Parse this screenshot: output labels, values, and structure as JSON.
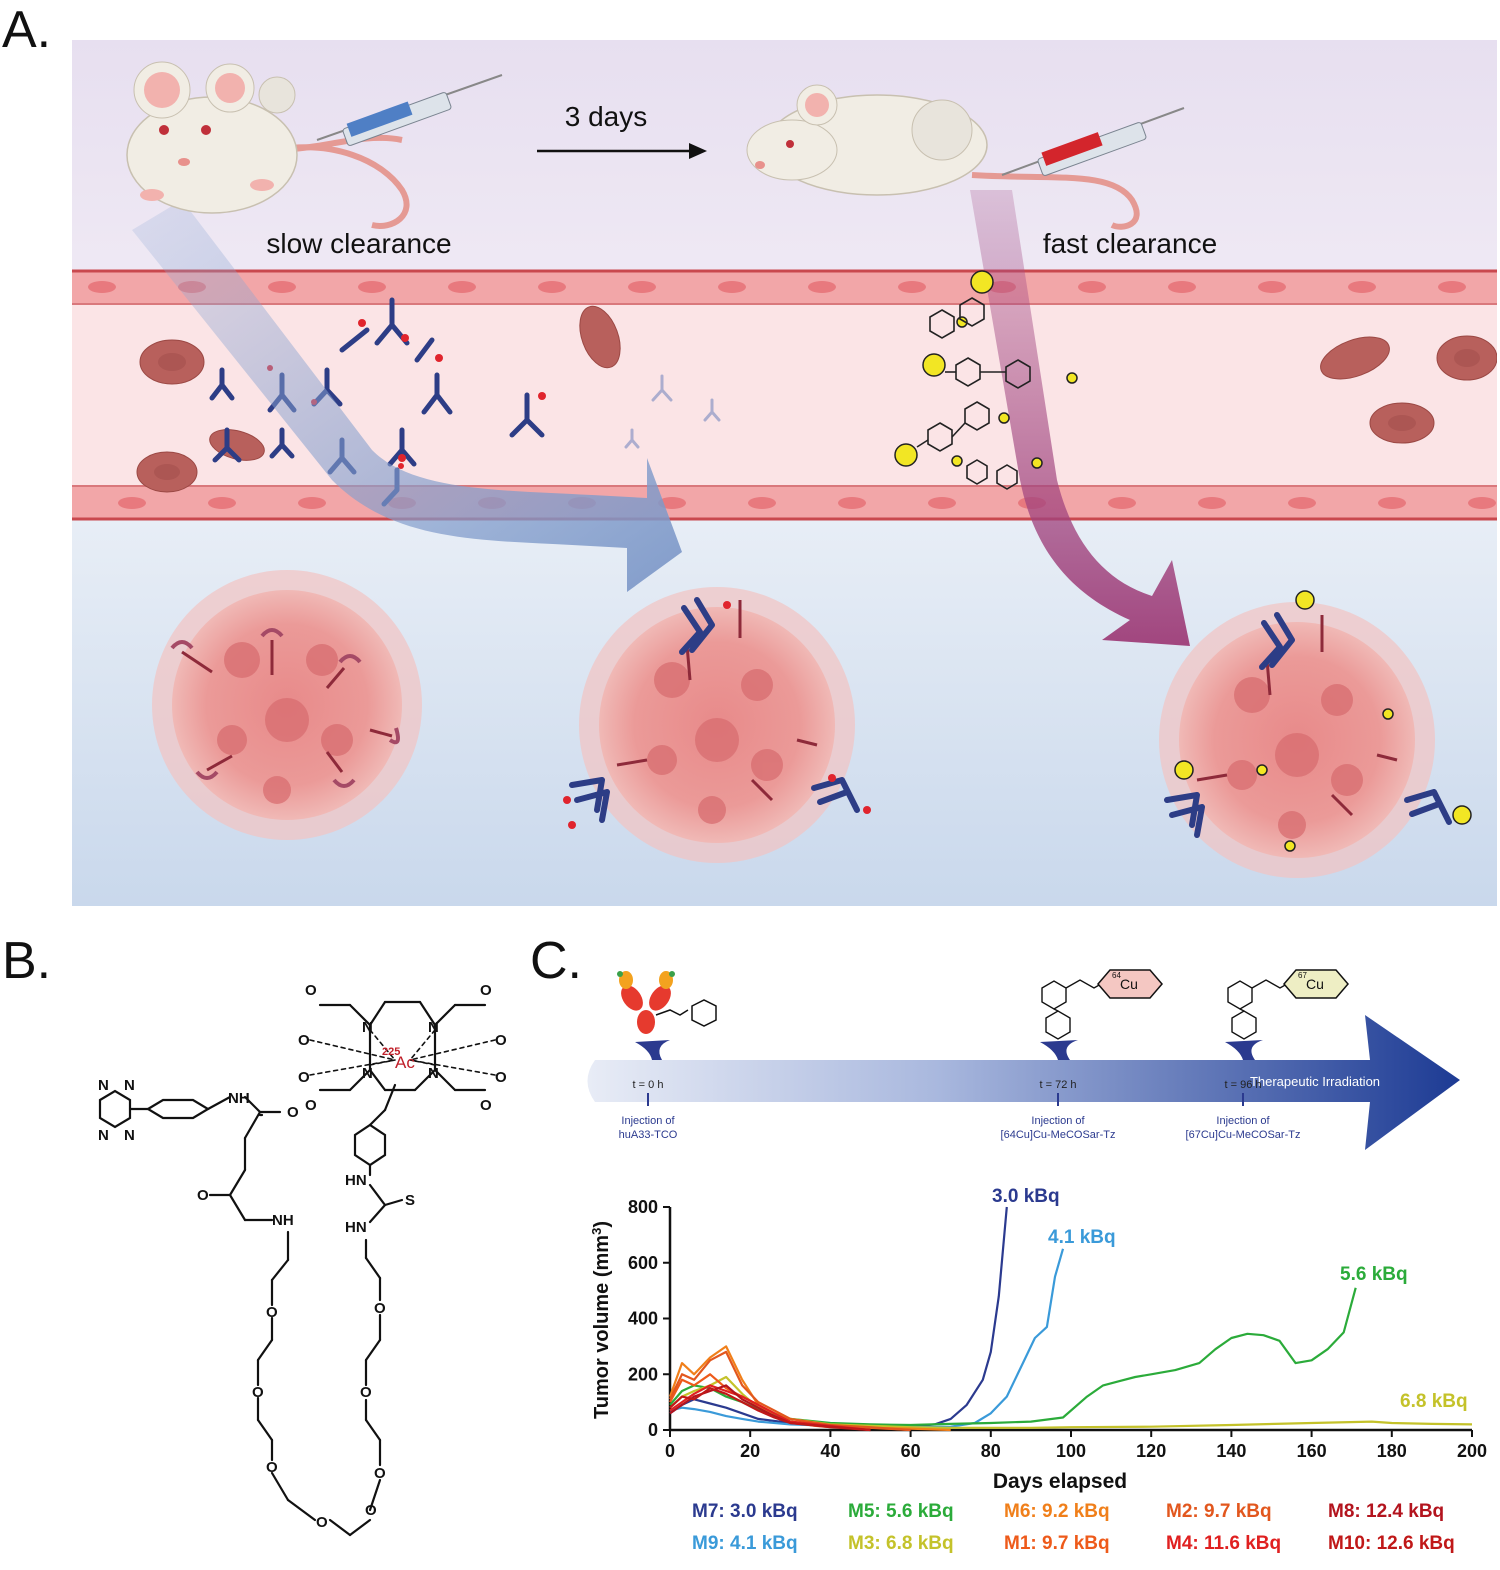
{
  "panel_letters": {
    "a": "A.",
    "b": "B.",
    "c": "C."
  },
  "panel_a": {
    "interval_label": "3 days",
    "left_label": "slow clearance",
    "right_label": "fast clearance"
  },
  "panel_b": {
    "metal_mass": "225",
    "metal": "Ac",
    "atom_labels": {
      "n": "N",
      "o": "O",
      "s": "S",
      "nh": "NH",
      "hn": "HN"
    }
  },
  "timeline": {
    "arrow_label": "Therapeutic Irradiation",
    "events": [
      {
        "time": "t = 0 h",
        "line1": "Injection of",
        "line2": "huA33-TCO"
      },
      {
        "time": "t = 72 h",
        "line1": "Injection of",
        "line2": "[64Cu]Cu-MeCOSar-Tz",
        "isotope": "64",
        "element": "Cu"
      },
      {
        "time": "t = 96 h",
        "line1": "Injection of",
        "line2": "[67Cu]Cu-MeCOSar-Tz",
        "isotope": "67",
        "element": "Cu"
      }
    ]
  },
  "colors": {
    "M7": "#2b3a8f",
    "M9": "#3a9ad9",
    "M5": "#2bab3a",
    "M3": "#c4c22a",
    "M6": "#f07f1a",
    "M1": "#ee5a1a",
    "M2": "#e2571e",
    "M4": "#e02020",
    "M8": "#b3141e",
    "M10": "#c01818"
  },
  "chart_data": {
    "type": "line",
    "xlabel": "Days elapsed",
    "ylabel": "Tumor volume (mm3)",
    "xlim": [
      0,
      200
    ],
    "ylim": [
      0,
      800
    ],
    "xticks": [
      "0",
      "20",
      "40",
      "60",
      "80",
      "100",
      "120",
      "140",
      "160",
      "180",
      "200"
    ],
    "yticks": [
      "0",
      "200",
      "400",
      "600",
      "800"
    ],
    "grid": false,
    "annotations": [
      "3.0 kBq",
      "4.1 kBq",
      "5.6 kBq",
      "6.8 kBq"
    ],
    "series": [
      {
        "name": "M7: 3.0 kBq",
        "color": "#2b3a8f",
        "x": [
          0,
          3,
          6,
          10,
          14,
          18,
          22,
          30,
          40,
          50,
          60,
          66,
          70,
          74,
          78,
          80,
          82,
          84
        ],
        "y": [
          60,
          90,
          110,
          95,
          80,
          60,
          40,
          25,
          15,
          12,
          12,
          20,
          40,
          90,
          180,
          280,
          480,
          800
        ]
      },
      {
        "name": "M9: 4.1 kBq",
        "color": "#3a9ad9",
        "x": [
          0,
          3,
          6,
          10,
          14,
          18,
          22,
          30,
          40,
          50,
          60,
          70,
          76,
          80,
          84,
          88,
          91,
          94,
          96,
          98
        ],
        "y": [
          70,
          80,
          75,
          65,
          50,
          40,
          30,
          20,
          15,
          12,
          10,
          12,
          25,
          60,
          120,
          240,
          330,
          370,
          550,
          650
        ]
      },
      {
        "name": "M5: 5.6 kBq",
        "color": "#2bab3a",
        "x": [
          0,
          3,
          6,
          10,
          14,
          18,
          24,
          30,
          40,
          50,
          60,
          70,
          80,
          90,
          98,
          104,
          108,
          112,
          116,
          120,
          126,
          132,
          136,
          140,
          144,
          148,
          152,
          156,
          160,
          164,
          168,
          171
        ],
        "y": [
          90,
          140,
          160,
          150,
          120,
          100,
          60,
          40,
          25,
          20,
          18,
          22,
          25,
          30,
          45,
          120,
          160,
          175,
          190,
          200,
          215,
          240,
          290,
          330,
          345,
          340,
          320,
          240,
          250,
          290,
          350,
          510
        ]
      },
      {
        "name": "M3: 6.8 kBq",
        "color": "#c4c22a",
        "x": [
          0,
          3,
          6,
          10,
          14,
          18,
          22,
          30,
          40,
          50,
          60,
          70,
          80,
          90,
          100,
          120,
          140,
          160,
          175,
          180,
          190,
          200
        ],
        "y": [
          80,
          120,
          140,
          160,
          190,
          130,
          80,
          40,
          20,
          15,
          10,
          8,
          8,
          8,
          10,
          12,
          18,
          25,
          30,
          25,
          22,
          20
        ]
      },
      {
        "name": "M6: 9.2 kBq",
        "color": "#f07f1a",
        "x": [
          0,
          3,
          6,
          10,
          14,
          18,
          22,
          26,
          30,
          36,
          40,
          50,
          60,
          70
        ],
        "y": [
          120,
          240,
          200,
          260,
          300,
          180,
          90,
          60,
          30,
          15,
          10,
          8,
          5,
          0
        ]
      },
      {
        "name": "M1: 9.7 kBq",
        "color": "#ee5a1a",
        "x": [
          0,
          3,
          6,
          10,
          14,
          18,
          22,
          26,
          30,
          40,
          50,
          60
        ],
        "y": [
          100,
          180,
          160,
          200,
          150,
          120,
          90,
          60,
          30,
          15,
          8,
          0
        ]
      },
      {
        "name": "M2: 9.7 kBq",
        "color": "#e2571e",
        "x": [
          0,
          3,
          6,
          10,
          14,
          18,
          22,
          26,
          30,
          40,
          50,
          60
        ],
        "y": [
          110,
          200,
          180,
          250,
          280,
          160,
          100,
          70,
          40,
          18,
          10,
          0
        ]
      },
      {
        "name": "M4: 11.6 kBq",
        "color": "#e02020",
        "x": [
          0,
          3,
          6,
          10,
          14,
          18,
          22,
          26,
          30,
          40,
          50
        ],
        "y": [
          70,
          100,
          130,
          160,
          140,
          120,
          90,
          60,
          30,
          15,
          0
        ]
      },
      {
        "name": "M8: 12.4 kBq",
        "color": "#b3141e",
        "x": [
          0,
          3,
          6,
          10,
          14,
          18,
          22,
          26,
          30,
          40,
          50
        ],
        "y": [
          60,
          90,
          120,
          140,
          160,
          110,
          80,
          50,
          25,
          12,
          0
        ]
      },
      {
        "name": "M10: 12.6 kBq",
        "color": "#c01818",
        "x": [
          0,
          3,
          6,
          10,
          14,
          18,
          22,
          26,
          30,
          40,
          50
        ],
        "y": [
          80,
          120,
          110,
          150,
          130,
          100,
          70,
          45,
          25,
          10,
          0
        ]
      }
    ]
  }
}
